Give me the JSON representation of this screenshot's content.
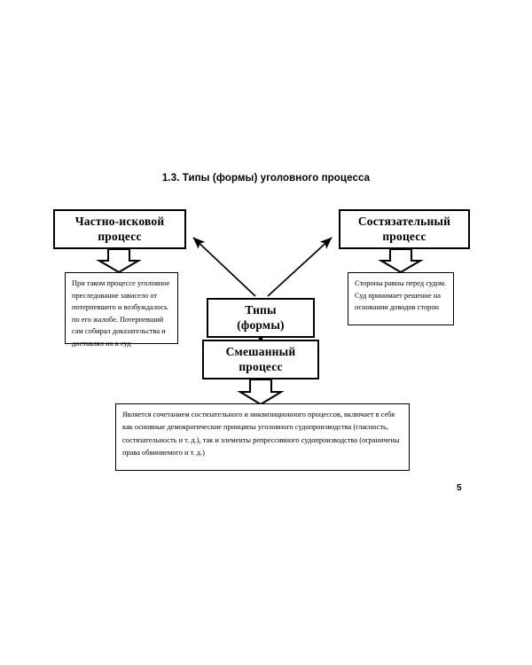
{
  "page": {
    "title": "1.3.  Типы (формы) уголовного процесса",
    "page_number": "5",
    "ink_color": "#000000",
    "background_color": "#ffffff"
  },
  "diagram": {
    "type": "flowchart",
    "nodes": {
      "types": {
        "id": "types",
        "label": "Типы\n(формы)",
        "line1": "Типы",
        "line2": "(формы)",
        "role": "root"
      },
      "private_claim": {
        "id": "private_claim",
        "label": "Частно-исковой\nпроцесс",
        "line1": "Частно-исковой",
        "line2": "процесс",
        "role": "branch"
      },
      "adversarial": {
        "id": "adversarial",
        "label": "Состязательный\nпроцесс",
        "line1": "Состязательный",
        "line2": "процесс",
        "role": "branch"
      },
      "mixed": {
        "id": "mixed",
        "label": "Смешанный\nпроцесс",
        "line1": "Смешанный",
        "line2": "процесс",
        "role": "branch"
      }
    },
    "descriptions": {
      "private_claim": "При таком процессе уголовное преследование зависело от потерпевшего и возбуждалось по его жалобе. Потерпевший сам собирал доказательства и доставлял их в суд",
      "adversarial": "Стороны равны перед судом. Суд принимает решение на основании доводов сторон",
      "mixed": "Является сочетанием состязательного и инквизиционного процессов, включает в себя как основные демократические принципы уголовного судопроизводства (гласность, состязательность и т. д.), так и элементы репрессивного судопроизводства (ограничены права обвиняемого и т. д.)"
    },
    "edges": [
      {
        "from": "types",
        "to": "private_claim",
        "style": "thin-diagonal-arrow",
        "direction": "up-left"
      },
      {
        "from": "types",
        "to": "adversarial",
        "style": "thin-diagonal-arrow",
        "direction": "up-right"
      },
      {
        "from": "types",
        "to": "mixed",
        "style": "thin-vertical-arrow",
        "direction": "down"
      },
      {
        "from": "private_claim",
        "to": "desc_private_claim",
        "style": "hollow-block-arrow",
        "direction": "down"
      },
      {
        "from": "adversarial",
        "to": "desc_adversarial",
        "style": "hollow-block-arrow",
        "direction": "down"
      },
      {
        "from": "mixed",
        "to": "desc_mixed",
        "style": "hollow-block-arrow",
        "direction": "down"
      }
    ]
  }
}
